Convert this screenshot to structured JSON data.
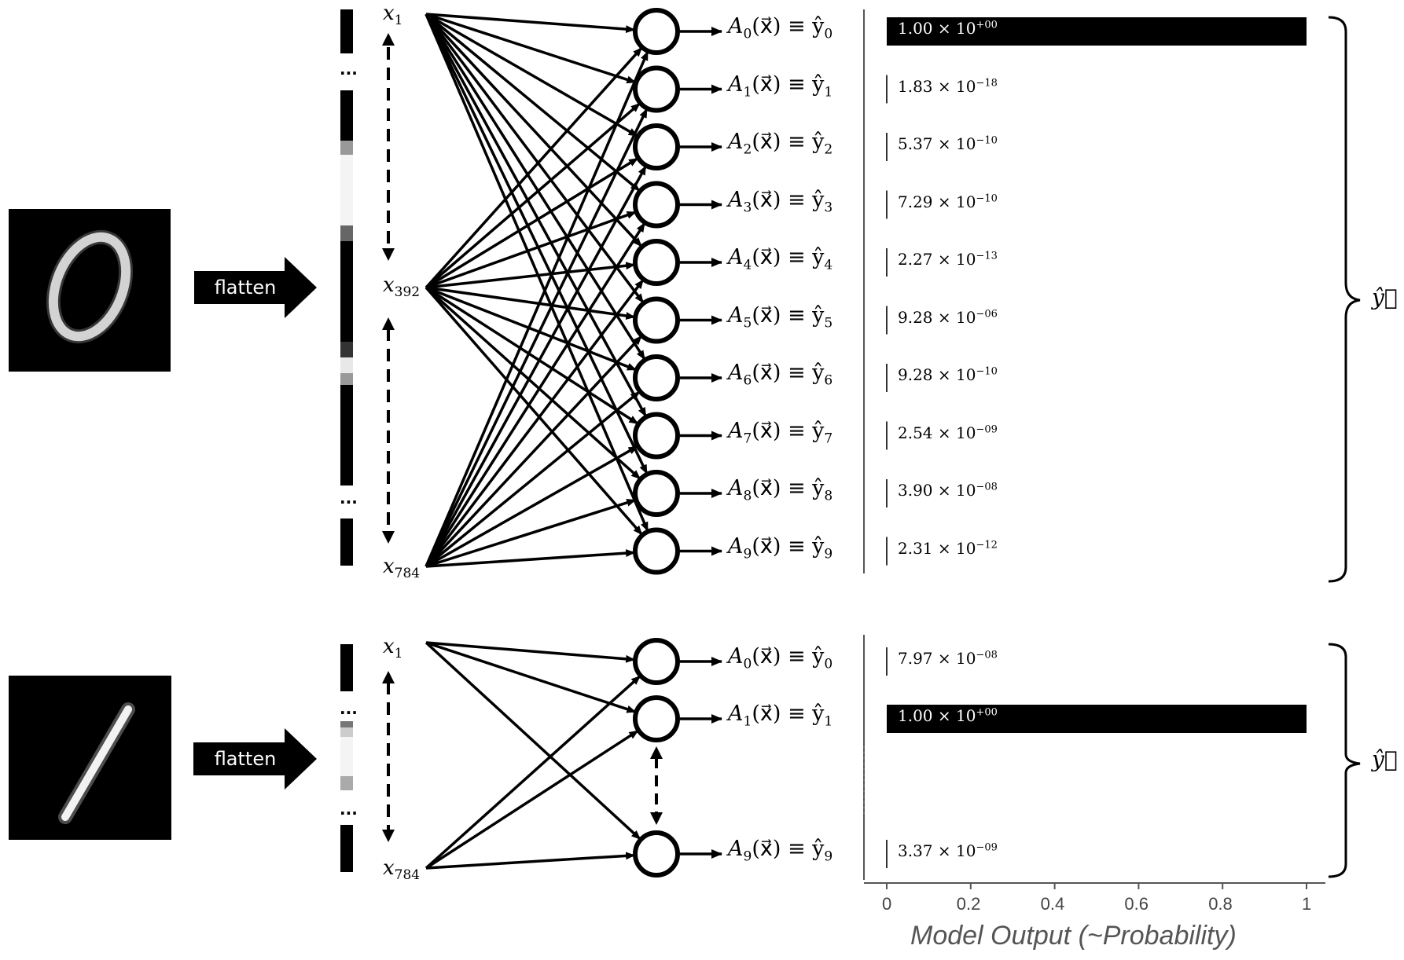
{
  "flatten_label": "flatten",
  "ellipsis": "...",
  "axis": {
    "title": "Model Output (~Probability)",
    "ticks": [
      "0",
      "0.2",
      "0.4",
      "0.6",
      "0.8",
      "1"
    ],
    "xlim": [
      0,
      1
    ]
  },
  "y_vector_label": "ŷ⃗",
  "top_network": {
    "digit_shown": "0",
    "inputs": [
      {
        "var": "x",
        "sub": "1"
      },
      {
        "var": "x",
        "sub": "392"
      },
      {
        "var": "x",
        "sub": "784"
      }
    ],
    "outputs": [
      {
        "label": "A",
        "sub": "0",
        "mid": "(x⃗) ≡ ŷ",
        "value": 1.0,
        "mantissa": "1.00 × 10",
        "exp": "+00"
      },
      {
        "label": "A",
        "sub": "1",
        "mid": "(x⃗) ≡ ŷ",
        "value": 1.83e-18,
        "mantissa": "1.83 × 10",
        "exp": "−18"
      },
      {
        "label": "A",
        "sub": "2",
        "mid": "(x⃗) ≡ ŷ",
        "value": 5.37e-10,
        "mantissa": "5.37 × 10",
        "exp": "−10"
      },
      {
        "label": "A",
        "sub": "3",
        "mid": "(x⃗) ≡ ŷ",
        "value": 7.29e-10,
        "mantissa": "7.29 × 10",
        "exp": "−10"
      },
      {
        "label": "A",
        "sub": "4",
        "mid": "(x⃗) ≡ ŷ",
        "value": 2.27e-13,
        "mantissa": "2.27 × 10",
        "exp": "−13"
      },
      {
        "label": "A",
        "sub": "5",
        "mid": "(x⃗) ≡ ŷ",
        "value": 9.28e-06,
        "mantissa": "9.28 × 10",
        "exp": "−06"
      },
      {
        "label": "A",
        "sub": "6",
        "mid": "(x⃗) ≡ ŷ",
        "value": 9.28e-10,
        "mantissa": "9.28 × 10",
        "exp": "−10"
      },
      {
        "label": "A",
        "sub": "7",
        "mid": "(x⃗) ≡ ŷ",
        "value": 2.54e-09,
        "mantissa": "2.54 × 10",
        "exp": "−09"
      },
      {
        "label": "A",
        "sub": "8",
        "mid": "(x⃗) ≡ ŷ",
        "value": 3.9e-08,
        "mantissa": "3.90 × 10",
        "exp": "−08"
      },
      {
        "label": "A",
        "sub": "9",
        "mid": "(x⃗) ≡ ŷ",
        "value": 2.31e-12,
        "mantissa": "2.31 × 10",
        "exp": "−12"
      }
    ]
  },
  "bottom_network": {
    "digit_shown": "1",
    "inputs": [
      {
        "var": "x",
        "sub": "1"
      },
      {
        "var": "x",
        "sub": "784"
      }
    ],
    "outputs": [
      {
        "label": "A",
        "sub": "0",
        "mid": "(x⃗) ≡ ŷ",
        "value": 7.97e-08,
        "mantissa": "7.97 × 10",
        "exp": "−08"
      },
      {
        "label": "A",
        "sub": "1",
        "mid": "(x⃗) ≡ ŷ",
        "value": 1.0,
        "mantissa": "1.00 × 10",
        "exp": "+00"
      },
      {
        "label": "A",
        "sub": "9",
        "mid": "(x⃗) ≡ ŷ",
        "value": 3.37e-09,
        "mantissa": "3.37 × 10",
        "exp": "−09"
      }
    ]
  },
  "chart_data": [
    {
      "type": "bar",
      "orientation": "horizontal",
      "categories": [
        "A0",
        "A1",
        "A2",
        "A3",
        "A4",
        "A5",
        "A6",
        "A7",
        "A8",
        "A9"
      ],
      "values": [
        1.0,
        1.83e-18,
        5.37e-10,
        7.29e-10,
        2.27e-13,
        9.28e-06,
        9.28e-10,
        2.54e-09,
        3.9e-08,
        2.31e-12
      ],
      "xlabel": "Model Output (~Probability)",
      "xlim": [
        0,
        1
      ]
    },
    {
      "type": "bar",
      "orientation": "horizontal",
      "categories": [
        "A0",
        "A1",
        "A9"
      ],
      "values": [
        7.97e-08,
        1.0,
        3.37e-09
      ],
      "xlabel": "Model Output (~Probability)",
      "xlim": [
        0,
        1
      ]
    }
  ]
}
